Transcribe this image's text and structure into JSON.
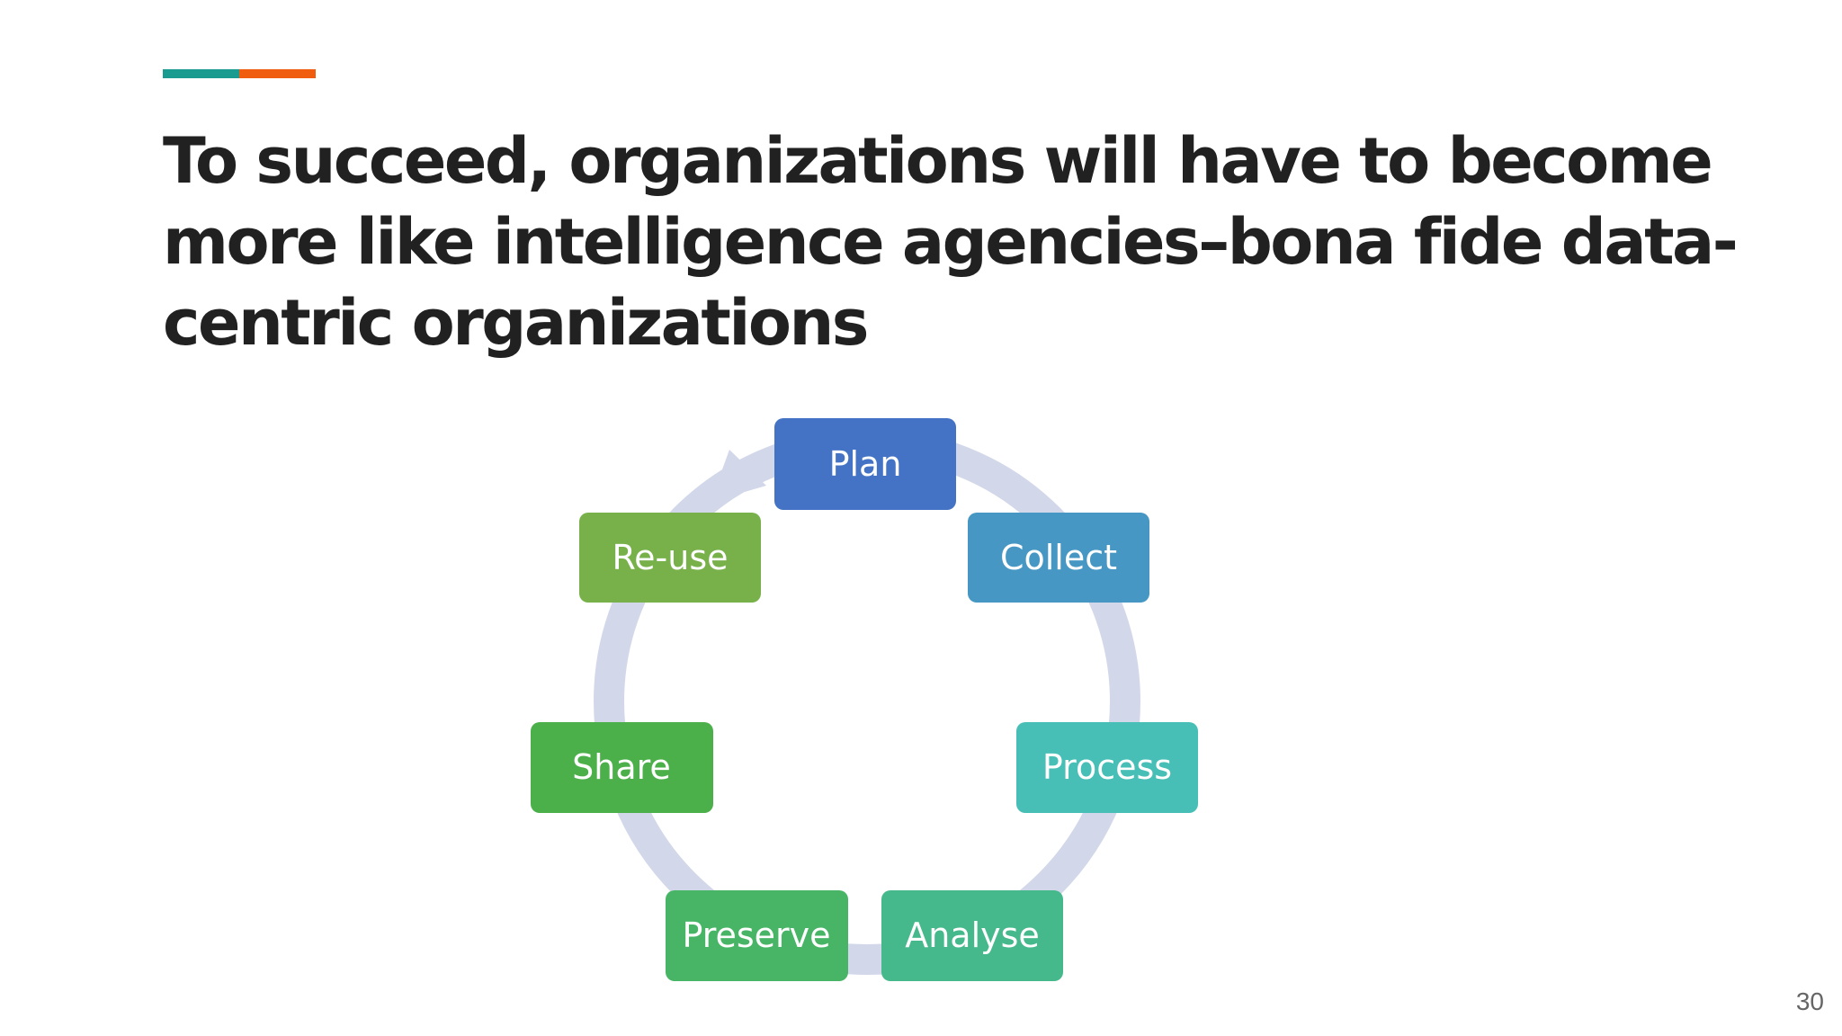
{
  "slide": {
    "title": "To succeed, organizations will have to become more like intelligence agencies–bona fide data-centric organizations",
    "page_number": "30"
  },
  "accent_colors": {
    "teal": "#1a9b8f",
    "orange": "#f05d0e"
  },
  "diagram": {
    "ring_color": "#d2d8ea",
    "text_color": "#ffffff",
    "steps": [
      {
        "label": "Plan",
        "color": "#4472c4"
      },
      {
        "label": "Collect",
        "color": "#4797c4"
      },
      {
        "label": "Process",
        "color": "#47bfb6"
      },
      {
        "label": "Analyse",
        "color": "#46b98c"
      },
      {
        "label": "Preserve",
        "color": "#47b565"
      },
      {
        "label": "Share",
        "color": "#4cb04a"
      },
      {
        "label": "Re-use",
        "color": "#78b04a"
      }
    ]
  }
}
